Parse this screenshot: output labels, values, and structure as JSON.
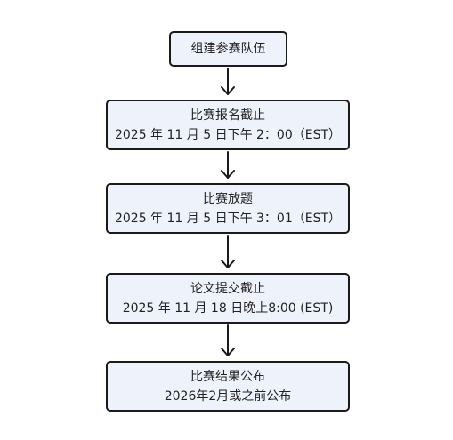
{
  "flow": {
    "step1": {
      "label": "组建参赛队伍"
    },
    "step2": {
      "title": "比赛报名截止",
      "time": "2025 年 11 月 5 日下午 2：00（EST）"
    },
    "step3": {
      "title": "比赛放题",
      "time": "2025 年 11 月 5 日下午 3：01（EST）"
    },
    "step4": {
      "title": "论文提交截止",
      "time": "2025 年 11 月 18 日晚上8:00 (EST)"
    },
    "step5": {
      "title": "比赛结果公布",
      "time": "2026年2月或之前公布"
    }
  },
  "colors": {
    "box_fill": "#eef2fb",
    "box_border": "#1a1a1a",
    "arrow": "#1a1a1a"
  }
}
